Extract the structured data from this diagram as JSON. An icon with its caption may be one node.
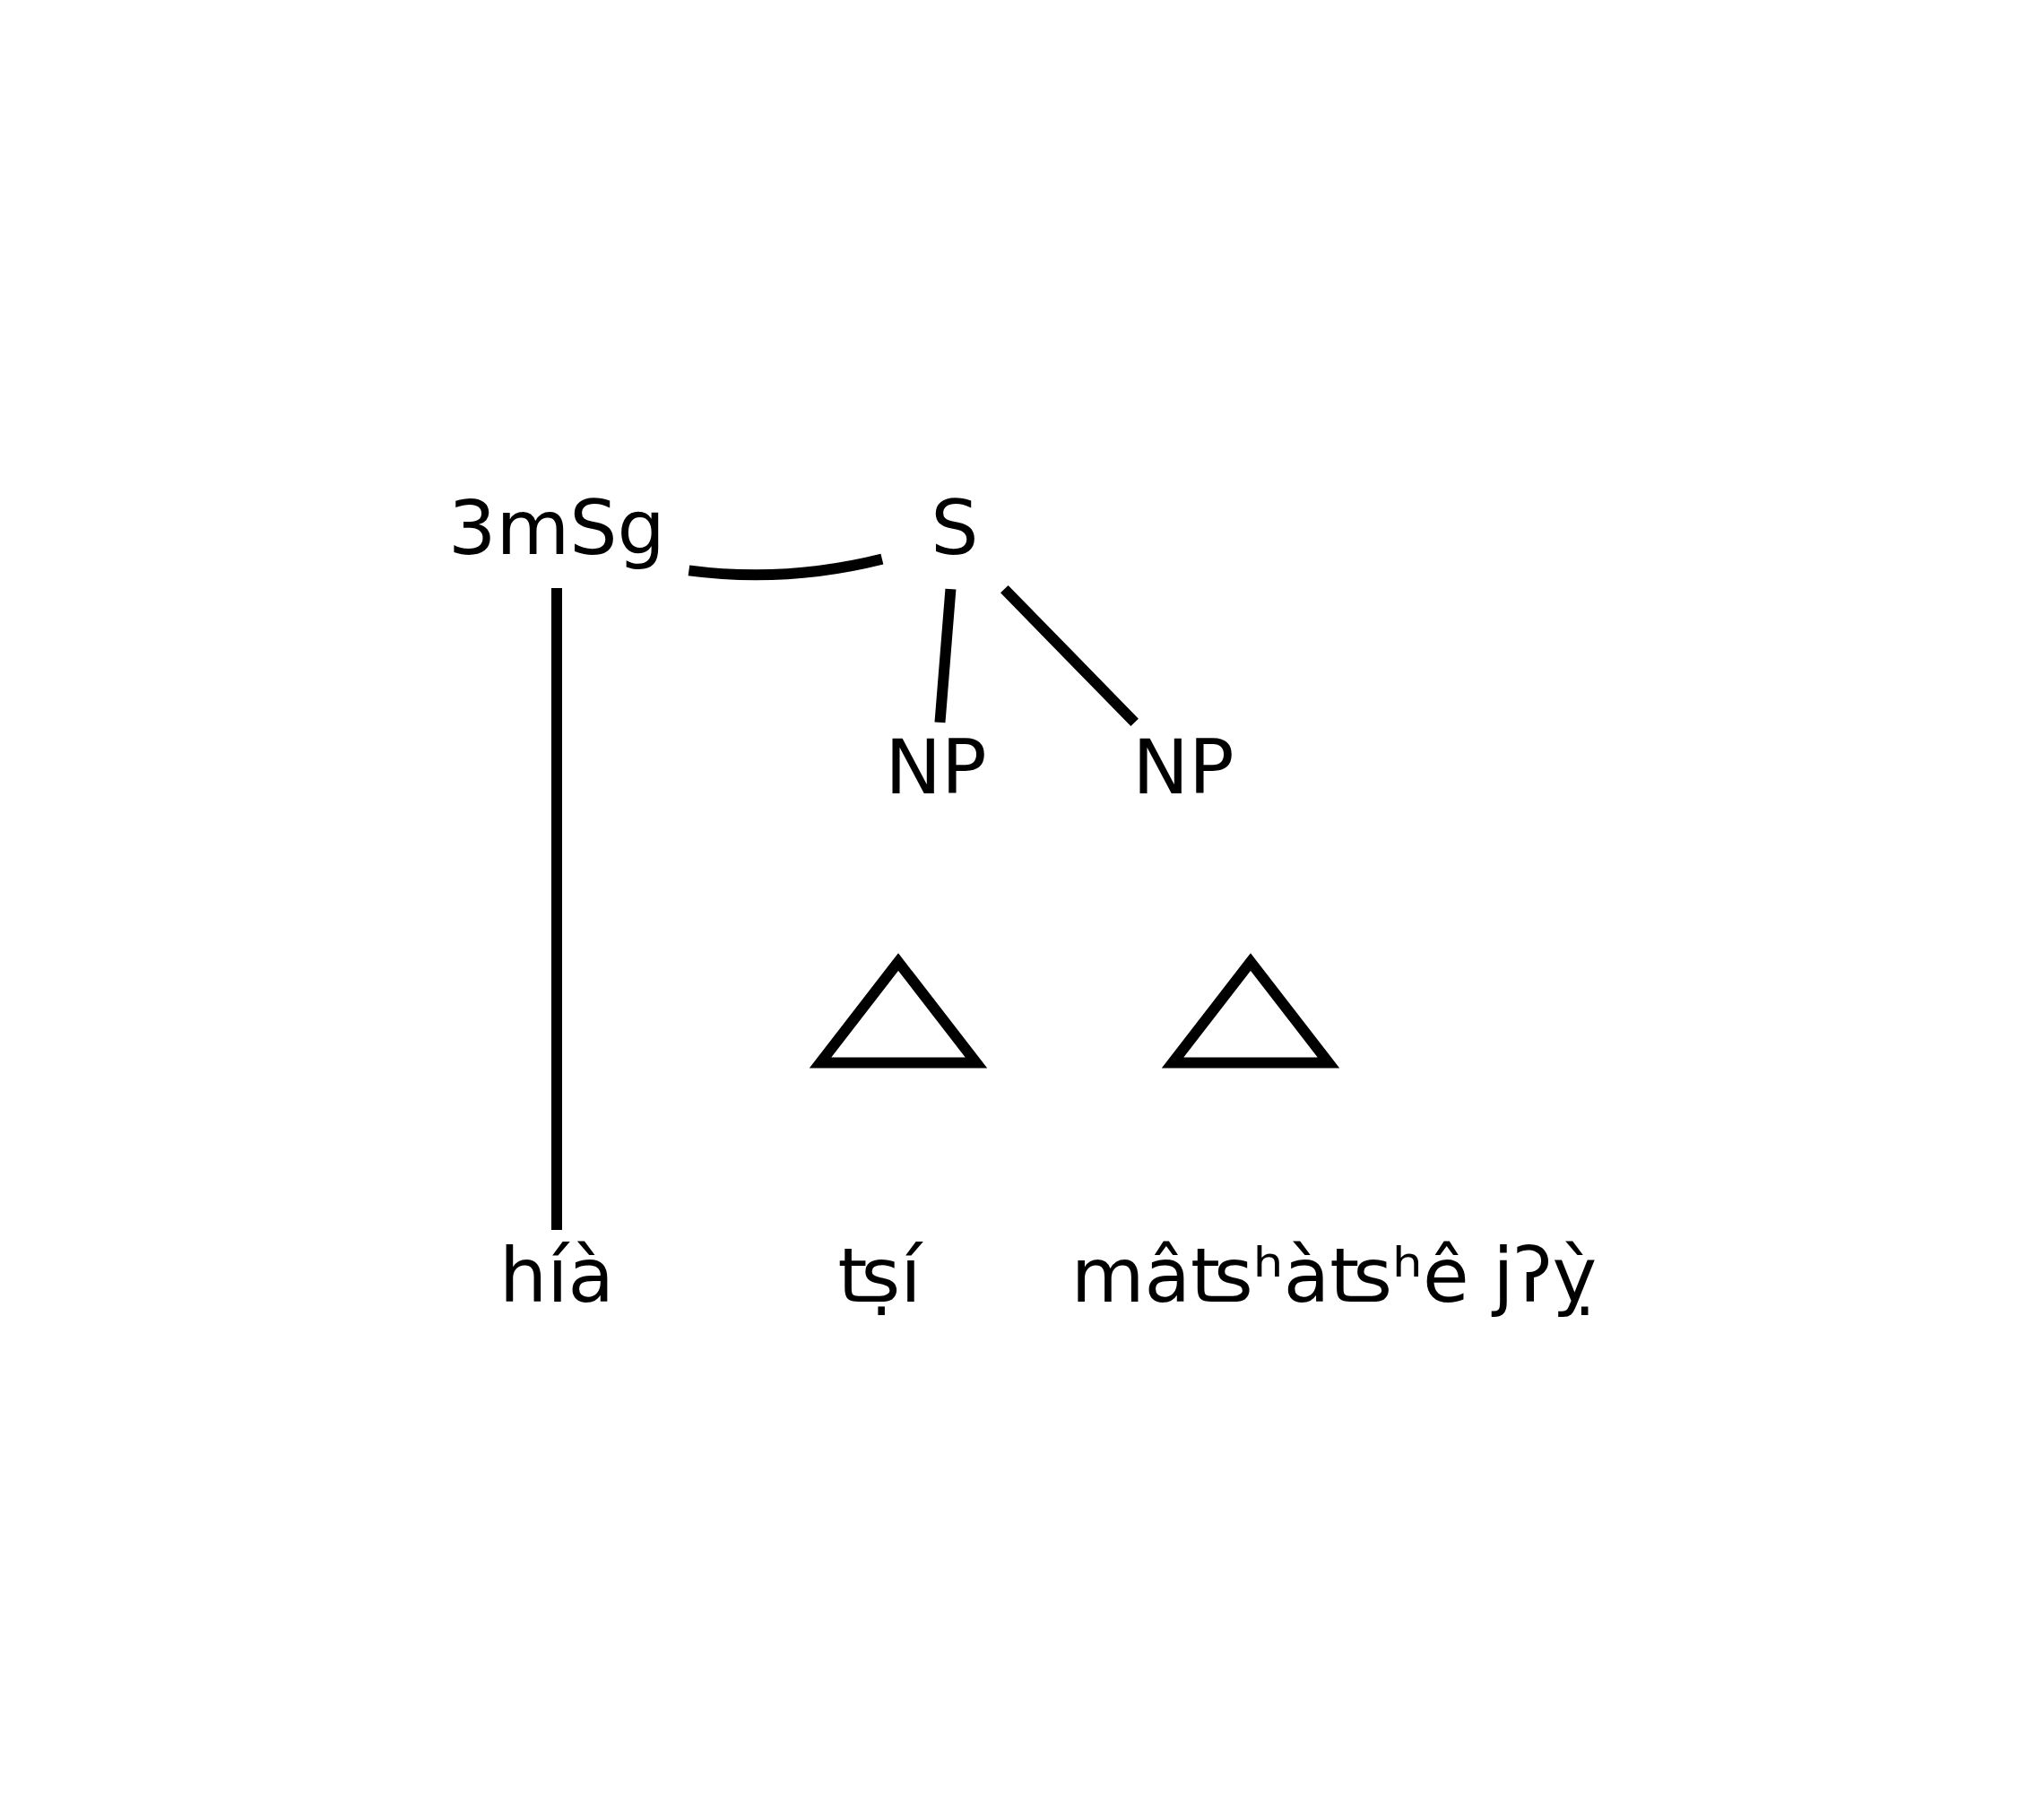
{
  "diagram": {
    "nodes": [
      {
        "text": [
          "3mSg"
        ]
      },
      {
        "text": [
          "S"
        ]
      },
      {
        "text": [
          "NP"
        ]
      },
      {
        "text": [
          "NP"
        ]
      },
      {
        "text": [],
        "shape": "triangle"
      },
      {
        "text": [],
        "shape": "triangle"
      },
      {
        "text": [
          "híà"
        ]
      },
      {
        "text": [
          "ʦ̣í"
        ]
      },
      {
        "text": [
          "mâʦʰàʦʰê jʔỵ̀"
        ]
      }
    ],
    "edges": [
      {
        "from": 0,
        "to": 1,
        "arrow": "none"
      },
      {
        "from": 0,
        "to": 6,
        "arrow": "none"
      },
      {
        "from": 1,
        "to": 2,
        "arrow": "none"
      },
      {
        "from": 1,
        "to": 3,
        "arrow": "none"
      }
    ]
  }
}
